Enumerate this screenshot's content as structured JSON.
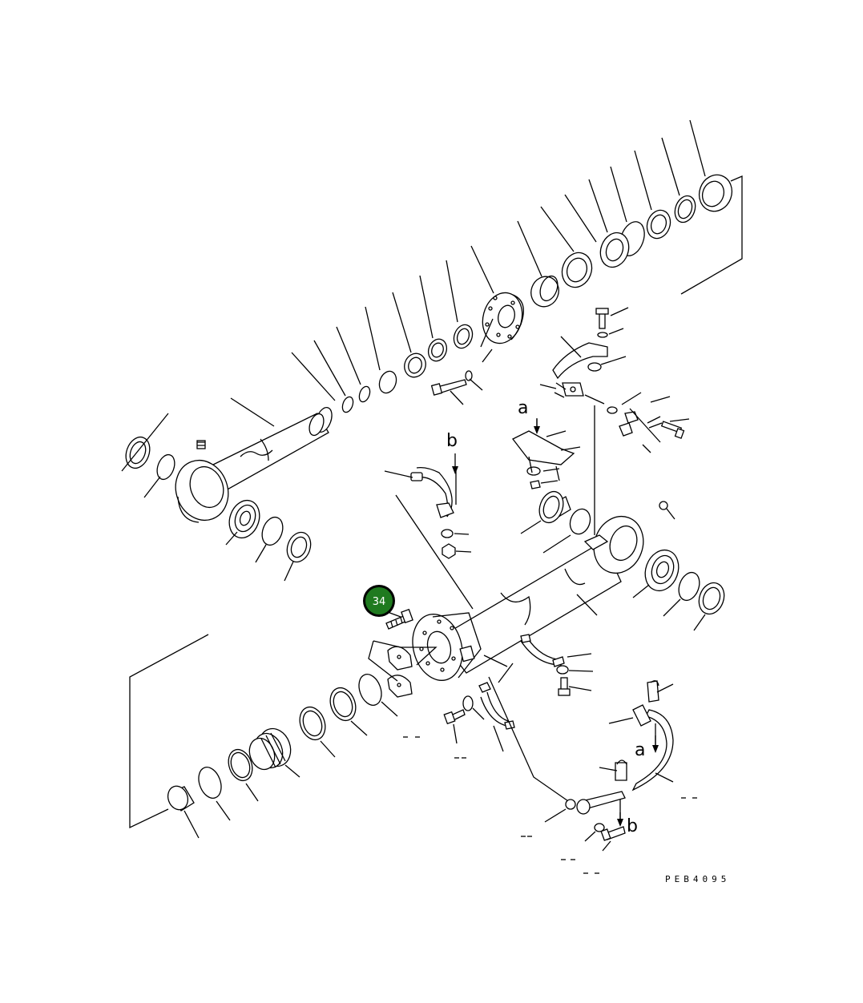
{
  "diagram": {
    "drawing_code": "PEB4095",
    "callout": {
      "number": "34",
      "color": "#1f7a1f",
      "ring": "#000000"
    },
    "labels": {
      "a_top": "a",
      "b_top": "b",
      "a_lower": "a",
      "b_lower": "b"
    }
  }
}
